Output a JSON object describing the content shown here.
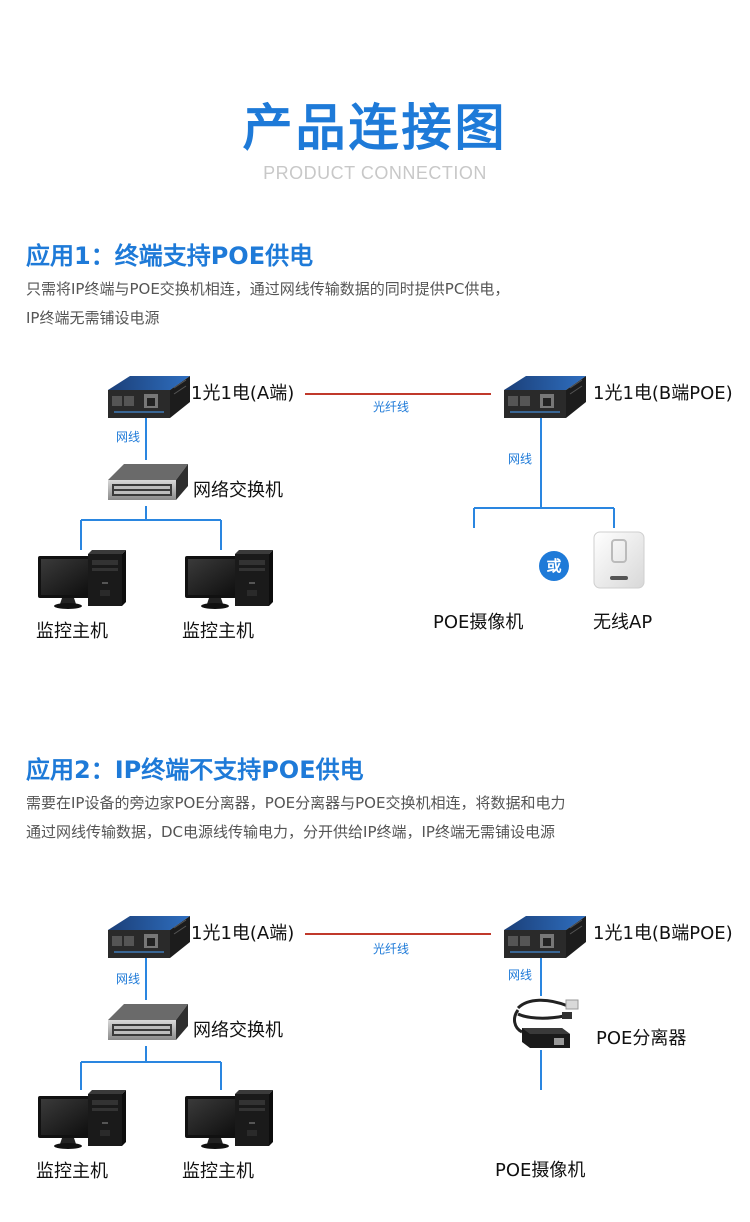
{
  "header": {
    "title": "产品连接图",
    "subtitle": "PRODUCT CONNECTION"
  },
  "section1": {
    "title": "应用1：终端支持POE供电",
    "desc_line1": "只需将IP终端与POE交换机相连，通过网线传输数据的同时提供PC供电，",
    "desc_line2": "IP终端无需铺设电源",
    "converter_a_label": "1光1电(A端)",
    "converter_b_label": "1光1电(B端POE)",
    "fiber_label": "光纤线",
    "cable_label_left": "网线",
    "cable_label_right": "网线",
    "switch_label": "网络交换机",
    "host1_label": "监控主机",
    "host2_label": "监控主机",
    "camera_label": "POE摄像机",
    "or_label": "或",
    "ap_label": "无线AP"
  },
  "section2": {
    "title": "应用2：IP终端不支持POE供电",
    "desc_line1": "需要在IP设备的旁边家POE分离器，POE分离器与POE交换机相连，将数据和电力",
    "desc_line2": "通过网线传输数据，DC电源线传输电力，分开供给IP终端，IP终端无需铺设电源",
    "converter_a_label": "1光1电(A端)",
    "converter_b_label": "1光1电(B端POE)",
    "fiber_label": "光纤线",
    "cable_label_left": "网线",
    "cable_label_right": "网线",
    "switch_label": "网络交换机",
    "host1_label": "监控主机",
    "host2_label": "监控主机",
    "splitter_label": "POE分离器",
    "camera_label": "POE摄像机"
  },
  "colors": {
    "accent": "#1e7ad8",
    "fiber": "#c0392b",
    "cable": "#2a86e0"
  }
}
